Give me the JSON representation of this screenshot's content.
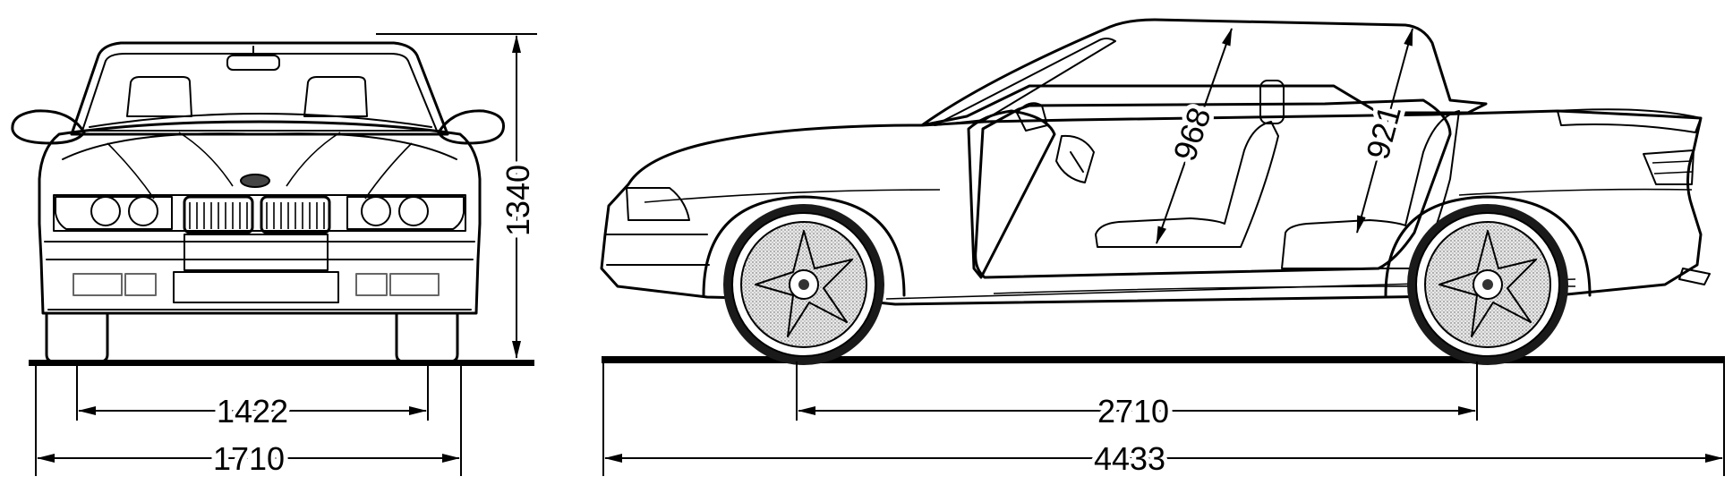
{
  "drawing": {
    "front_view": {
      "height_label": "1340",
      "track_label": "1422",
      "width_label": "1710"
    },
    "side_view": {
      "headroom_front_label": "968",
      "headroom_rear_label": "921",
      "wheelbase_label": "2710",
      "length_label": "4433"
    }
  }
}
